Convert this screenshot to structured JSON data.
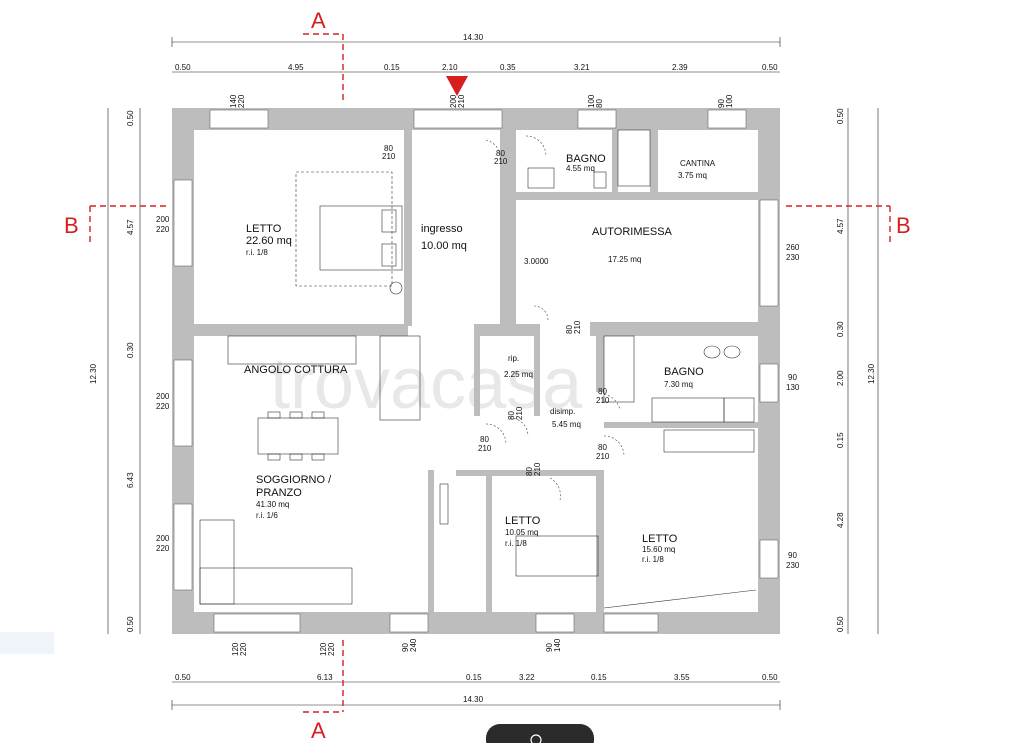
{
  "sections": {
    "a_top": "A",
    "a_bottom": "A",
    "b_left": "B",
    "b_right": "B"
  },
  "dims_top": {
    "total": "14.30",
    "segments": [
      "0.50",
      "4.95",
      "0.15",
      "2.10",
      "0.35",
      "3.21",
      "2.39",
      "0.50"
    ]
  },
  "dims_bottom": {
    "total": "14.30",
    "segments": [
      "0.50",
      "6.13",
      "0.15",
      "3.22",
      "0.15",
      "3.55",
      "0.50"
    ]
  },
  "dims_left": {
    "total": "12.30",
    "segments": [
      "0.50",
      "4.57",
      "0.30",
      "6.43",
      "0.50"
    ]
  },
  "dims_right": {
    "total": "12.30",
    "segments": [
      "0.50",
      "4.57",
      "0.30",
      "2.00",
      "0.15",
      "4.28",
      "0.50"
    ]
  },
  "openings": {
    "top_1": [
      "140",
      "220"
    ],
    "top_2": [
      "200",
      "210"
    ],
    "top_3": [
      "100",
      "80"
    ],
    "top_4": [
      "90",
      "100"
    ],
    "left_1": [
      "200",
      "220"
    ],
    "left_2": [
      "200",
      "220"
    ],
    "left_3": [
      "200",
      "220"
    ],
    "right_1": [
      "260",
      "230"
    ],
    "right_2": [
      "90",
      "130"
    ],
    "right_3": [
      "90",
      "230"
    ],
    "bottom_1": [
      "120",
      "220"
    ],
    "bottom_2": [
      "120",
      "220"
    ],
    "bottom_3": [
      "90",
      "240"
    ],
    "bottom_4": [
      "90",
      "140"
    ],
    "door_ingresso": [
      "80",
      "210"
    ],
    "door_bagno1": [
      "80",
      "210"
    ],
    "door_autorimessa": [
      "80",
      "210"
    ],
    "door_rip": [
      "80",
      "210"
    ],
    "door_bagno2": [
      "80",
      "210"
    ],
    "door_disimp": [
      "80",
      "210"
    ],
    "door_letto2": [
      "80",
      "210"
    ],
    "door_letto3": [
      "80",
      "210"
    ]
  },
  "rooms": {
    "letto1": {
      "name": "LETTO",
      "area": "22.60 mq",
      "ri": "r.i. 1/8"
    },
    "ingresso": {
      "name": "ingresso",
      "area": "10.00 mq"
    },
    "bagno1": {
      "name": "BAGNO",
      "area": "4.55 mq"
    },
    "cantina": {
      "name": "CANTINA",
      "area": "3.75 mq"
    },
    "autorimessa": {
      "name": "AUTORIMESSA",
      "area": "17.25 mq",
      "height": "3.0000"
    },
    "angolo": {
      "name": "ANGOLO COTTURA"
    },
    "rip": {
      "name": "rip.",
      "area": "2.25 mq"
    },
    "bagno2": {
      "name": "BAGNO",
      "area": "7.30 mq"
    },
    "disimp": {
      "name": "disimp.",
      "area": "5.45 mq"
    },
    "soggiorno": {
      "name1": "SOGGIORNO /",
      "name2": "PRANZO",
      "area": "41.30 mq",
      "ri": "r.i. 1/6"
    },
    "letto2": {
      "name": "LETTO",
      "area": "10.05 mq",
      "ri": "r.i. 1/8"
    },
    "letto3": {
      "name": "LETTO",
      "area": "15.60 mq",
      "ri": "r.i. 1/8"
    }
  },
  "watermark": "trovacasa"
}
